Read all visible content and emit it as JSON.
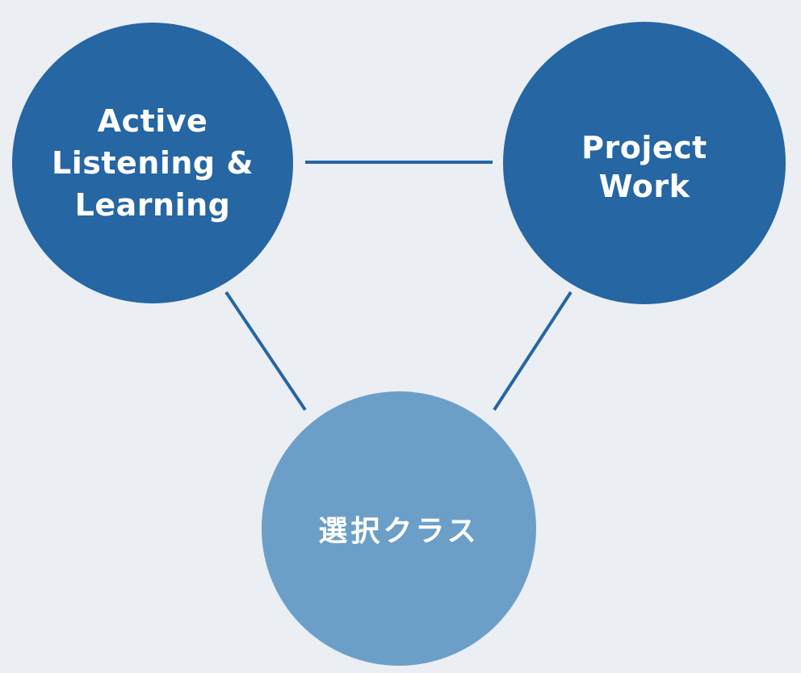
{
  "colors": {
    "background": "#ebeef3",
    "node_dark": "#2566a3",
    "node_light": "#6c9fc8",
    "connector": "#2566a3"
  },
  "nodes": [
    {
      "label": "Active\nListening &\nLearning",
      "style": "dark"
    },
    {
      "label": "Project\nWork",
      "style": "dark"
    },
    {
      "label": "選択クラス",
      "style": "light"
    }
  ]
}
